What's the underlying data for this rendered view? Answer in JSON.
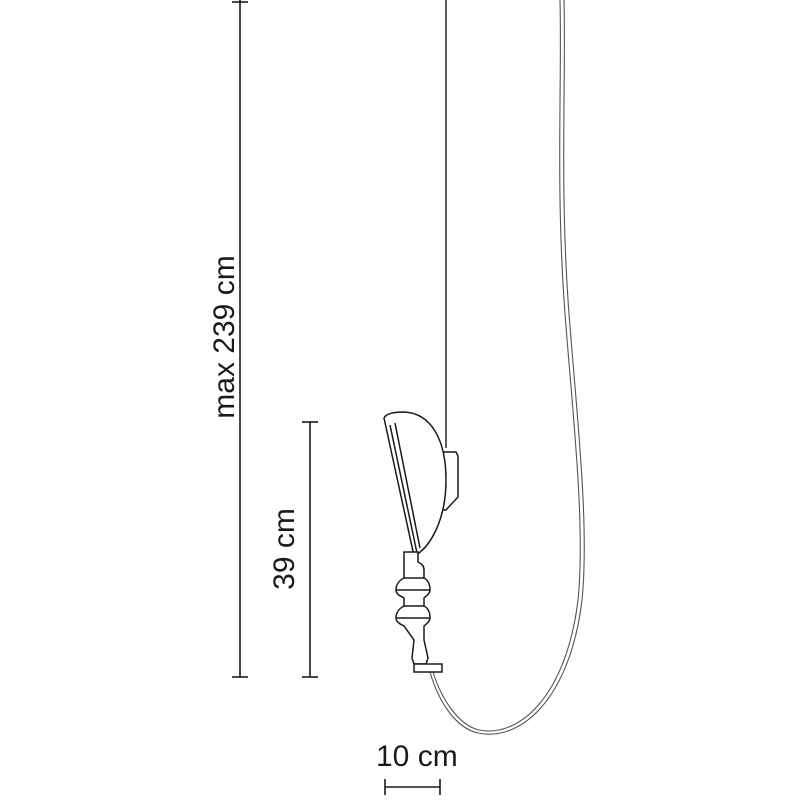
{
  "dimensions": {
    "overall_height": "max 239 cm",
    "lamp_height": "39 cm",
    "lamp_width": "10 cm"
  },
  "colors": {
    "line": "#1a1a1a",
    "cord": "#555555",
    "background": "#ffffff"
  }
}
